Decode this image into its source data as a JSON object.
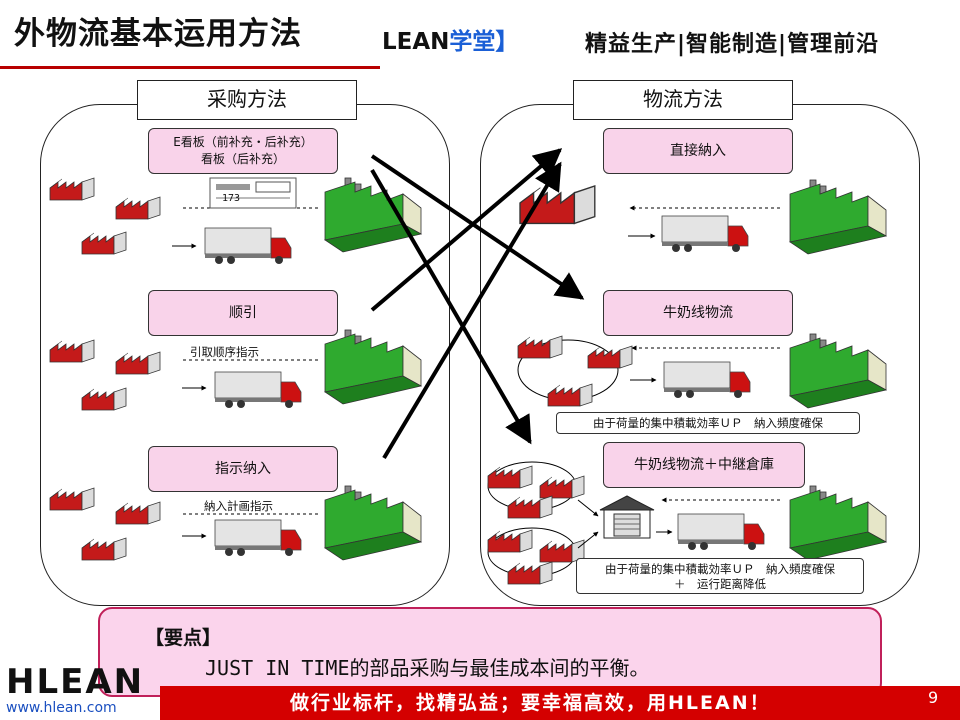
{
  "header": {
    "title": "外物流基本运用方法",
    "brand_prefix": "LEAN",
    "brand_suffix": "学堂】",
    "tagline": "精益生产|智能制造|管理前沿"
  },
  "left_panel": {
    "title": "采购方法",
    "methods": [
      {
        "label_line1": "E看板（前补充・后补充）",
        "label_line2": "看板（后补充）",
        "note": ""
      },
      {
        "label_line1": "顺引",
        "label_line2": "",
        "note": "引取顺序指示"
      },
      {
        "label_line1": "指示纳入",
        "label_line2": "",
        "note": "納入計画指示"
      }
    ],
    "kanban_card_number": "173"
  },
  "right_panel": {
    "title": "物流方法",
    "methods": [
      {
        "label": "直接納入",
        "note": ""
      },
      {
        "label": "牛奶线物流",
        "note": "由于荷量的集中積載効率ＵＰ　納入頻度確保"
      },
      {
        "label": "牛奶线物流＋中継倉庫",
        "note_line1": "由于荷量的集中積載効率ＵＰ　納入頻度確保",
        "note_line2": "＋　运行距离降低"
      }
    ]
  },
  "callout": {
    "heading": "【要点】",
    "body": "JUST IN TIME的部品采购与最佳成本间的平衡。"
  },
  "footer": {
    "logo": "HLEAN",
    "url": "www.hlean.com",
    "slogan": "做行业标杆，找精弘益；要幸福高效，用HLEAN！",
    "page": "9"
  },
  "colors": {
    "accent_red": "#d40000",
    "pink_box": "#f9d3ea",
    "factory_green": "#2faa2f",
    "supplier_red": "#c41a1a",
    "truck_red": "#cc1111"
  }
}
